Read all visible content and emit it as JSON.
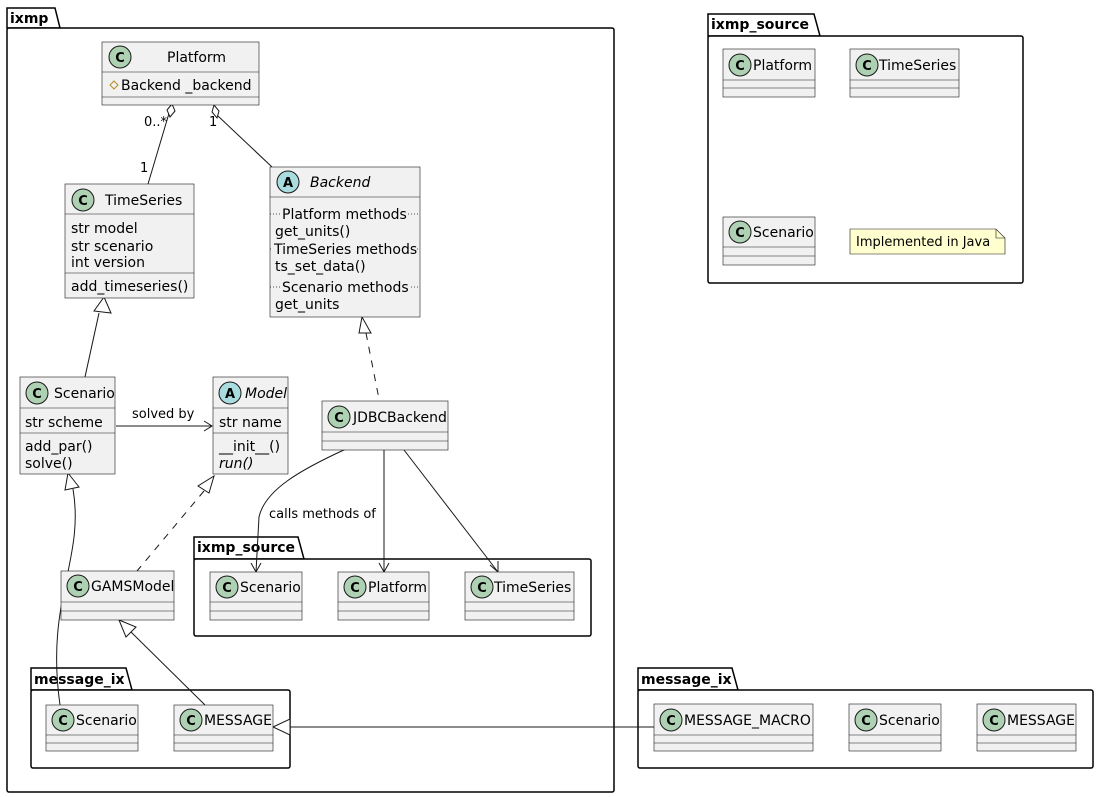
{
  "packages": {
    "ixmp": "ixmp",
    "ixmp_source_top": "ixmp_source",
    "ixmp_source_inner": "ixmp_source",
    "message_ix_inner": "message_ix",
    "message_ix_right": "message_ix"
  },
  "classes": {
    "platform": {
      "name": "Platform",
      "attr": "Backend _backend"
    },
    "timeseries": {
      "name": "TimeSeries",
      "attrs": [
        "str model",
        "str scenario",
        "int version"
      ],
      "method": "add_timeseries()"
    },
    "backend": {
      "name": "Backend",
      "sections": [
        "Platform methods",
        "TimeSeries methods",
        "Scenario methods"
      ],
      "methods": [
        "get_units()",
        "ts_set_data()",
        "get_units"
      ]
    },
    "scenario": {
      "name": "Scenario",
      "attr": "str scheme",
      "methods": [
        "add_par()",
        "solve()"
      ]
    },
    "model": {
      "name": "Model",
      "attr": "str name",
      "methods": [
        "__init__()",
        "run()"
      ]
    },
    "jdbc": {
      "name": "JDBCBackend"
    },
    "gams": {
      "name": "GAMSModel"
    },
    "src_inner_scenario": {
      "name": "Scenario"
    },
    "src_inner_platform": {
      "name": "Platform"
    },
    "src_inner_timeseries": {
      "name": "TimeSeries"
    },
    "msg_inner_scenario": {
      "name": "Scenario"
    },
    "msg_inner_message": {
      "name": "MESSAGE"
    },
    "src_top_platform": {
      "name": "Platform"
    },
    "src_top_timeseries": {
      "name": "TimeSeries"
    },
    "src_top_scenario": {
      "name": "Scenario"
    },
    "msg_right_macro": {
      "name": "MESSAGE_MACRO"
    },
    "msg_right_scenario": {
      "name": "Scenario"
    },
    "msg_right_message": {
      "name": "MESSAGE"
    }
  },
  "stereotype_letters": {
    "class": "C",
    "abstract": "A"
  },
  "edge_labels": {
    "solved_by": "solved by",
    "calls_methods_of": "calls methods of",
    "mult_many": "0..*",
    "mult_one_ts": "1",
    "mult_one_backend": "1"
  },
  "note": {
    "text": "Implemented in Java"
  },
  "colors": {
    "class_fill": "#f1f1f1",
    "class_badge": "#add1b2",
    "abstract_badge": "#a9dcdf",
    "note_fill": "#fefece",
    "line": "#181818"
  }
}
